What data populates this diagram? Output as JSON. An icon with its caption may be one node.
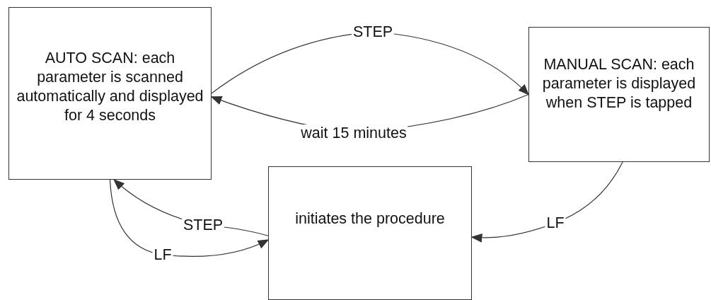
{
  "diagram": {
    "nodes": [
      {
        "text": [
          "AUTO SCAN: each parameter is scanned automatically and displayed for 4 seconds"
        ]
      },
      {
        "text": [
          "MANUAL SCAN: each parameter is displayed when STEP is tapped"
        ]
      },
      {
        "text": [
          "initiates the procedure"
        ]
      }
    ],
    "edges": [
      {
        "from": 0,
        "to": 1,
        "arrow": "to",
        "label": "STEP"
      },
      {
        "from": 1,
        "to": 0,
        "arrow": "to",
        "label": "wait 15 minutes"
      },
      {
        "from": 2,
        "to": 0,
        "arrow": "to",
        "label": "STEP"
      },
      {
        "from": 0,
        "to": 2,
        "arrow": "to",
        "label": "LF"
      },
      {
        "from": 1,
        "to": 2,
        "arrow": "to",
        "label": "LF"
      }
    ]
  }
}
